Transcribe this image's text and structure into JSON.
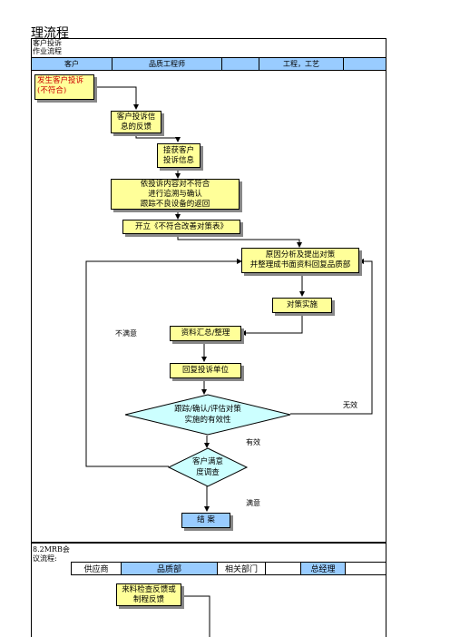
{
  "page_title": "理流程",
  "section1": {
    "label_line1": "客户投诉",
    "label_line2": "作业流程",
    "lanes": [
      "客户",
      "品质工程师",
      "",
      "工程，工艺",
      ""
    ],
    "steps": {
      "customer_complaint": "发生客户投诉\n(不符合)",
      "complaint_feedback": "客户投诉信\n息的反馈",
      "receive_info": "接获客户\n投诉信息",
      "trace_confirm": "依投诉内容对不符合\n进行追溯与确认\n跟踪不良设备的返回",
      "open_report": "开立《不符合改善对策表》",
      "root_cause": "原因分析及提出对策\n并整理成书面资料回复品质部",
      "implement": "对策实施",
      "summarize": "资料汇总/整理",
      "reply_unit": "回复投诉单位",
      "track_verify": "跟踪/确认/评估对策\n实施的有效性",
      "satisfaction": "客户满意\n度调查",
      "close_case": "结    案"
    },
    "labels": {
      "unsatisfied": "不满意",
      "invalid": "无效",
      "valid": "有效",
      "satisfied": "满意"
    }
  },
  "section2": {
    "label_line1": "8.2MRB会",
    "label_line2": "议流程:",
    "lanes": [
      "供应商",
      "品质部",
      "相关部门",
      "",
      "总经理"
    ],
    "steps": {
      "incoming_feedback": "来料检查反馈或\n制程反馈"
    }
  },
  "colors": {
    "box_yellow": "#ffff99",
    "box_blue": "#99ccff",
    "diamond": "#ccffff",
    "header_blue": "#99ccff",
    "red_text": "#cc0000"
  }
}
